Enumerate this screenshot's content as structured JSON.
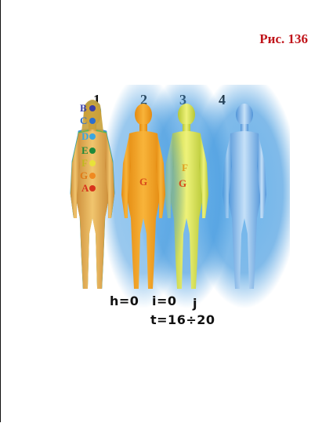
{
  "caption": "Рис. 136",
  "figures": [
    "1",
    "2",
    "3",
    "4"
  ],
  "labels": {
    "h": "h=0",
    "i": "i=0",
    "j": "j",
    "t": "t=16÷20"
  },
  "chakra_letters": [
    "B",
    "C",
    "D",
    "E",
    "F",
    "G",
    "A"
  ],
  "body_letters": {
    "fig2": "G",
    "fig3_upper": "F",
    "fig3_lower": "G"
  },
  "colors": {
    "caption": "#c0141a",
    "aura_blue": "#5aa8e6",
    "body_orange": "#f0a21e",
    "body_yellow": "#d6e24a",
    "body_skin": "#e7b35a"
  }
}
